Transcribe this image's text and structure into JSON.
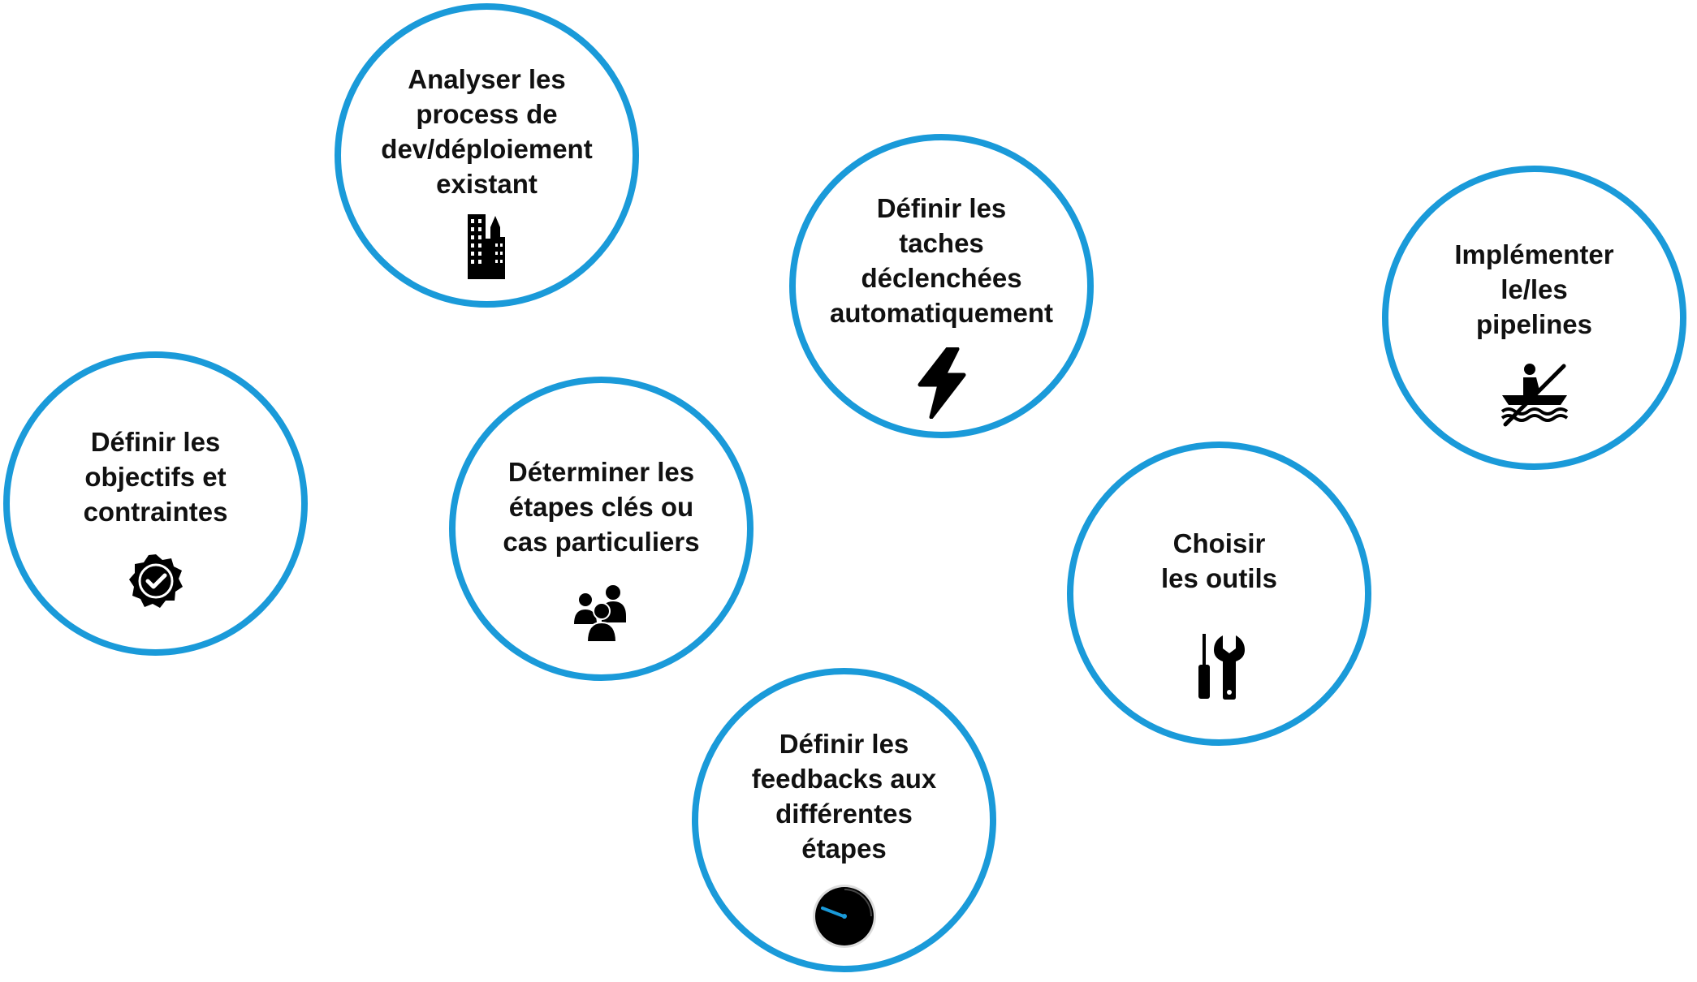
{
  "diagram": {
    "accent_color": "#1a9ad9",
    "steps": [
      {
        "label": "Analyser les\nprocess de\ndev/déploiement\nexistant",
        "icon": "city-buildings-icon"
      },
      {
        "label": "Définir les\ntaches\ndéclenchées\nautomatiquement",
        "icon": "lightning-bolt-icon"
      },
      {
        "label": "Implémenter\nle/les\npipelines",
        "icon": "kayaker-icon"
      },
      {
        "label": "Définir les\nobjectifs et\ncontraintes",
        "icon": "verified-badge-icon"
      },
      {
        "label": "Déterminer les\nétapes clés ou\ncas particuliers",
        "icon": "people-group-icon"
      },
      {
        "label": "Choisir\nles outils",
        "icon": "screwdriver-wrench-icon"
      },
      {
        "label": "Définir les\nfeedbacks aux\ndifférentes\nétapes",
        "icon": "speedometer-gauge-icon"
      }
    ]
  }
}
